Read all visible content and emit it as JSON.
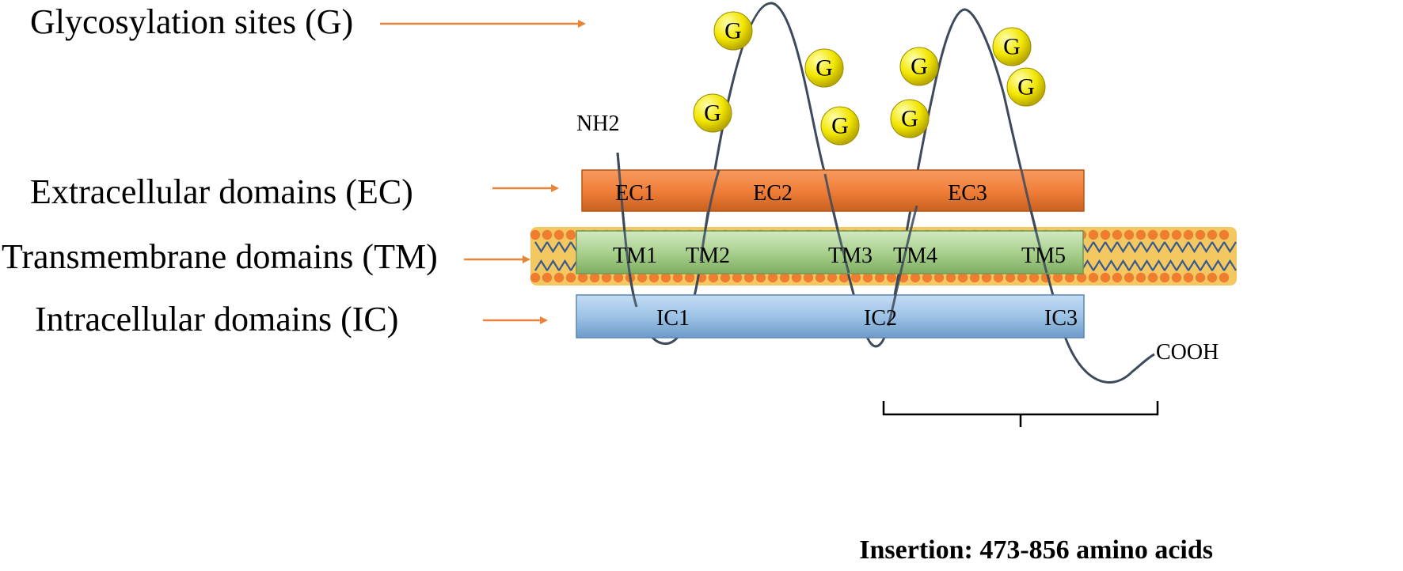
{
  "legend": {
    "glycosylation": "Glycosylation sites (G)",
    "extracellular": "Extracellular domains (EC)",
    "transmembrane": "Transmembrane domains (TM)",
    "intracellular": "Intracellular domains (IC)"
  },
  "termini": {
    "n": "NH2",
    "c": "COOH"
  },
  "ec_labels": [
    "EC1",
    "EC2",
    "EC3"
  ],
  "tm_labels": [
    "TM1",
    "TM2",
    "TM3",
    "TM4",
    "TM5"
  ],
  "ic_labels": [
    "IC1",
    "IC2",
    "IC3"
  ],
  "glyco_label": "G",
  "insertion": "Insertion: 473-856 amino acids",
  "colors": {
    "arrow": "#e8843a",
    "ec_bar": "#f07f3a",
    "tm_bar": "#a9d18e",
    "ic_bar": "#9dc3e6",
    "membrane": "#f4c861",
    "lipid_head": "#ee7d31",
    "lipid_tail": "#3a5a8c",
    "glyco": "#f2e600",
    "chain": "#3d4a5c"
  }
}
